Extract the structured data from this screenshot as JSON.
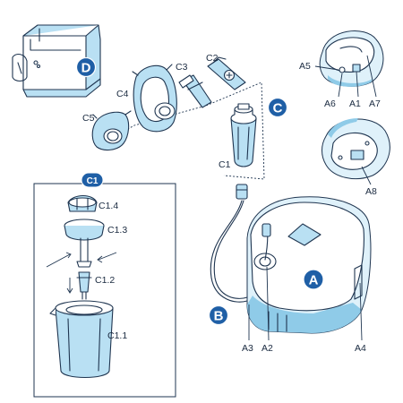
{
  "badges": {
    "A": "A",
    "B": "B",
    "C": "C",
    "D": "D",
    "C1": "C1"
  },
  "labels": {
    "C1": "C1",
    "C2": "C2",
    "C3": "C3",
    "C4": "C4",
    "C5": "C5",
    "C1_1": "C1.1",
    "C1_2": "C1.2",
    "C1_3": "C1.3",
    "C1_4": "C1.4",
    "A1": "A1",
    "A2": "A2",
    "A3": "A3",
    "A4": "A4",
    "A5": "A5",
    "A6": "A6",
    "A7": "A7",
    "A8": "A8"
  },
  "colors": {
    "badge_fill": "#1f5fa6",
    "light_blue": "#b9e0f3",
    "outline": "#1f3550"
  }
}
